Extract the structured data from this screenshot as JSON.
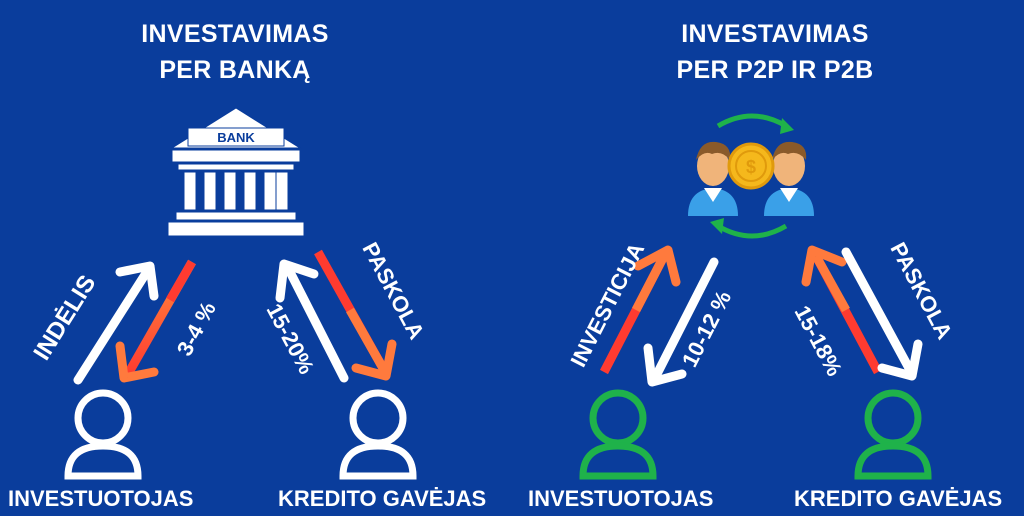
{
  "left": {
    "title_line1": "INVESTAVIMAS",
    "title_line2": "PER BANKĄ",
    "bank_label": "BANK",
    "arrow_up_label": "INDĖLIS",
    "arrow_down_label": "3-4 %",
    "right_up_label": "15-20%",
    "right_down_label": "PASKOLA",
    "person_left": "INVESTUOTOJAS",
    "person_right": "KREDITO GAVĖJAS"
  },
  "right": {
    "title_line1": "INVESTAVIMAS",
    "title_line2": "PER P2P IR P2B",
    "arrow_up_label": "INVESTICIJA",
    "arrow_down_label": "10-12 %",
    "right_up_label": "15-18%",
    "right_down_label": "PASKOLA",
    "person_left": "INVESTUOTOJAS",
    "person_right": "KREDITO GAVĖJAS"
  },
  "colors": {
    "background": "#0a3d9c",
    "white": "#ffffff",
    "orange": "#ff7a3d",
    "red": "#ff3b30",
    "green": "#1fb24a",
    "coin": "#f5b81c"
  }
}
